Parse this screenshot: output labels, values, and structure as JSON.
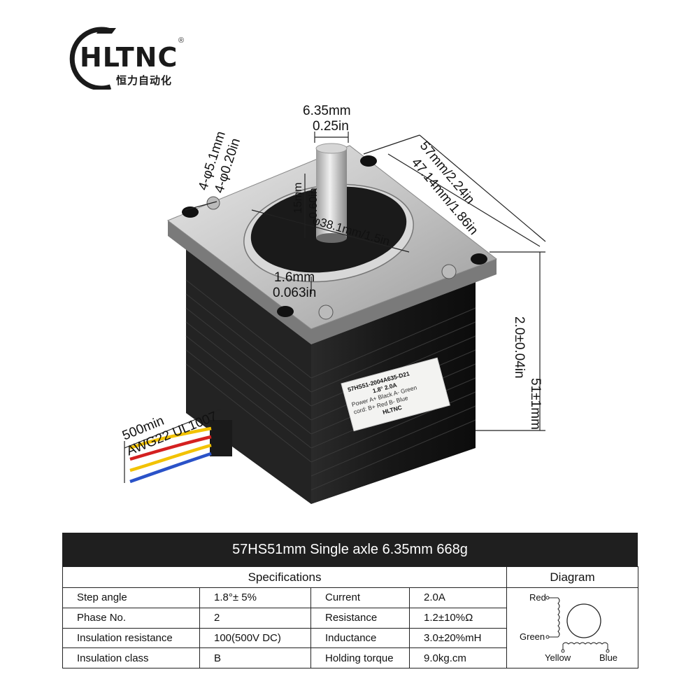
{
  "logo": {
    "brand": "HLTNC",
    "sub": "恒力自动化",
    "registered": "®"
  },
  "dimensions": {
    "shaft_mm": "6.35mm",
    "shaft_in": "0.25in",
    "hole_mm": "4-φ5.1mm",
    "hole_in": "4-φ0.20in",
    "body_mm": "57mm/2.24in",
    "pitch_mm": "47.14mm/1.86in",
    "shaft_len_mm": "15mm",
    "shaft_len_in": "0.60in",
    "boss": "φ38.1mm/1.5in",
    "boss_h_mm": "1.6mm",
    "boss_h_in": "0.063in",
    "length_mm": "51±1mm",
    "length_in": "2.0±0.04in",
    "lead_len": "500min",
    "lead_wire": "AWG22 UL1007"
  },
  "sticker": {
    "model": "57HS51-2004A635-D21",
    "rating": "1.8°  2.0A",
    "power": "Power A+ Black   A- Green",
    "cord": "cord:  B+ Red        B- Blue",
    "brand": "HLTNC"
  },
  "table": {
    "title": "57HS51mm Single axle 6.35mm  668g",
    "spec_header": "Specifications",
    "diagram_header": "Diagram",
    "rows": [
      {
        "k1": "Step angle",
        "v1": "1.8°± 5%",
        "k2": "Current",
        "v2": "2.0A"
      },
      {
        "k1": "Phase No.",
        "v1": "2",
        "k2": "Resistance",
        "v2": "1.2±10%Ω"
      },
      {
        "k1": "Insulation resistance",
        "v1": "100(500V  DC)",
        "k2": "Inductance",
        "v2": "3.0±20%mH"
      },
      {
        "k1": "Insulation class",
        "v1": "B",
        "k2": "Holding torque",
        "v2": "9.0kg.cm"
      }
    ],
    "diagram": {
      "red": "Red",
      "green": "Green",
      "yellow": "Yellow",
      "blue": "Blue"
    }
  },
  "colors": {
    "motor_body": "#1c1c1c",
    "flange": "#c8c8c8",
    "wire_yellow": "#f2c200",
    "wire_red": "#d42020",
    "wire_blue": "#2a52c8",
    "header_bg": "#1f1f1f"
  }
}
